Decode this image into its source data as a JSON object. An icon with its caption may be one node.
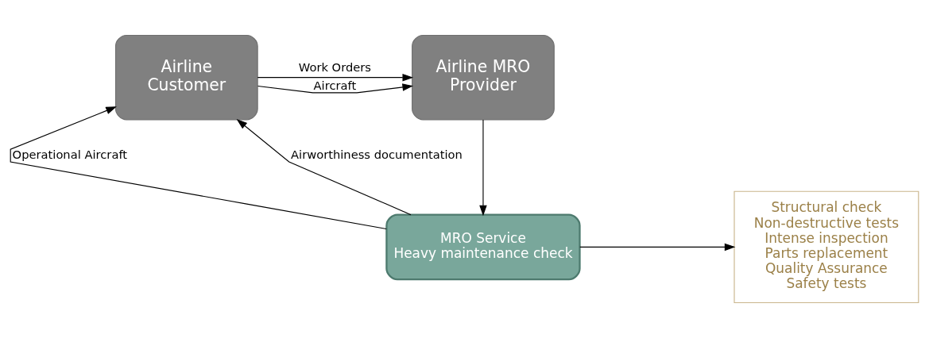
{
  "diagram": {
    "nodes": [
      {
        "text": [
          "Airline Customer"
        ]
      },
      {
        "text": [
          "Airline MRO Provider"
        ]
      },
      {
        "text": [
          "MRO Service Heavy maintenance check"
        ]
      },
      {
        "text": [
          "Structural check",
          "Non-destructive tests",
          "Intense inspection",
          "Parts replacement",
          "Quality Assurance",
          "Safety tests"
        ]
      }
    ],
    "edges": [
      {
        "from": 0,
        "to": 1,
        "arrow": "to",
        "label": "Aircraft"
      },
      {
        "from": 0,
        "to": 1,
        "arrow": "to",
        "label": "Work Orders"
      },
      {
        "from": 1,
        "to": 2,
        "arrow": "to"
      },
      {
        "from": 2,
        "to": 0,
        "arrow": "to",
        "label": "Operational Aircraft"
      },
      {
        "from": 2,
        "to": 0,
        "arrow": "to",
        "label": "Airworthiness documentation"
      },
      {
        "from": 2,
        "to": 3,
        "arrow": "to"
      }
    ]
  }
}
